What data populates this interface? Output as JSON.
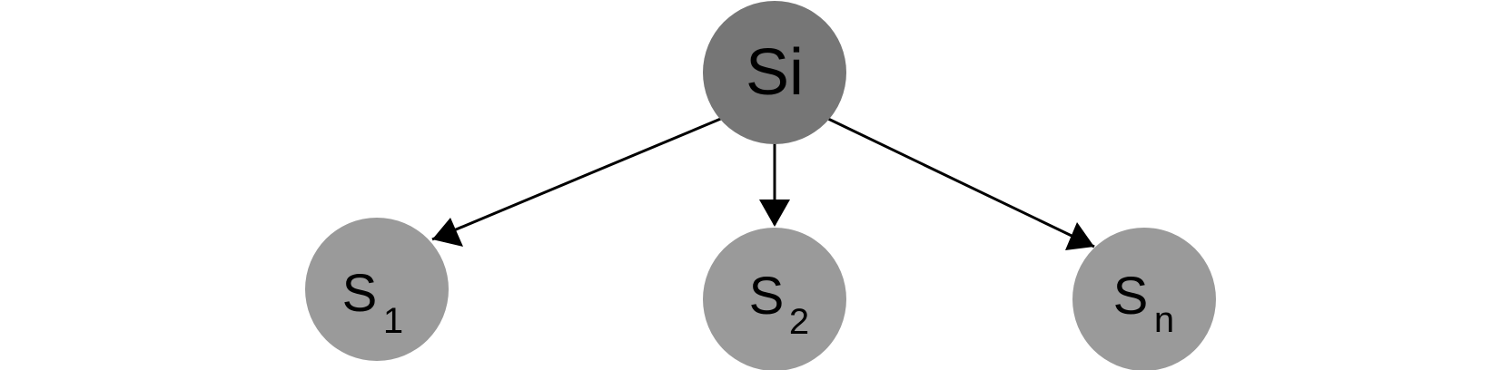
{
  "colors": {
    "background": "#ffffff",
    "root_fill": "#767676",
    "child_fill": "#9a9a9a",
    "edge": "#000000",
    "text": "#000000"
  },
  "nodes": {
    "root": {
      "label": "Si"
    },
    "children": [
      {
        "base": "S",
        "sub": "1"
      },
      {
        "base": "S",
        "sub": "2"
      },
      {
        "base": "S",
        "sub": "n"
      }
    ]
  }
}
